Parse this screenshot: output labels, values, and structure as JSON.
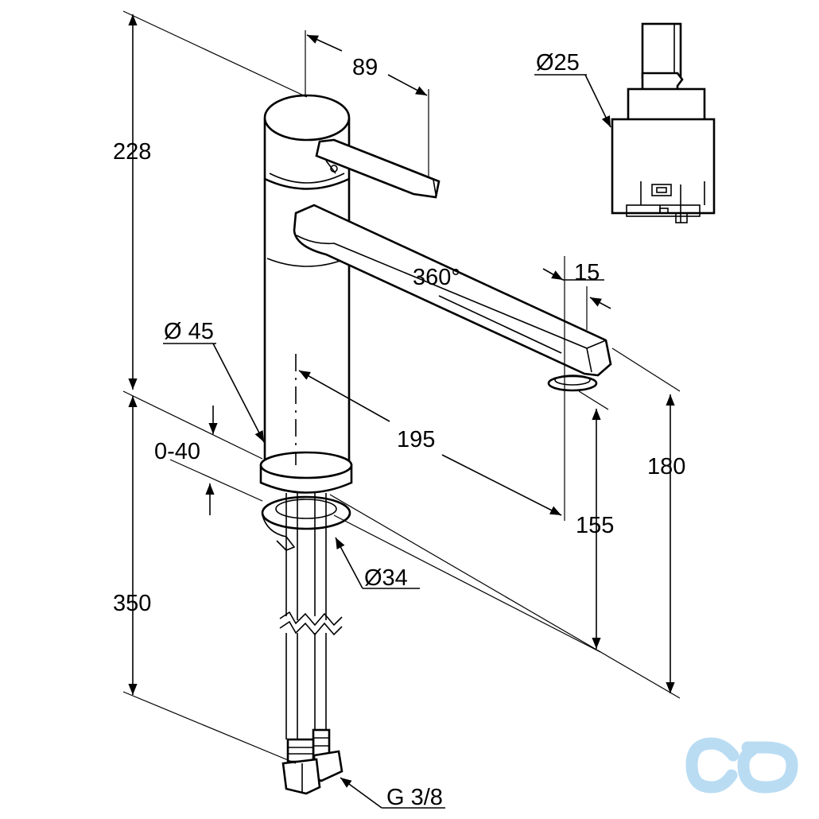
{
  "dimensions": {
    "total_height": "228",
    "handle_length": "89",
    "cartridge_diameter": "Ø25",
    "swivel_angle": "360°",
    "outlet_width": "15",
    "body_diameter": "Ø 45",
    "mounting_thickness": "0-40",
    "spout_reach": "195",
    "outlet_height": "180",
    "spout_clearance": "155",
    "hole_diameter": "Ø34",
    "hose_length": "350",
    "thread": "G 3/8"
  },
  "watermark": {
    "icon": "cd-logo-icon",
    "color": "#b9dcf3"
  }
}
